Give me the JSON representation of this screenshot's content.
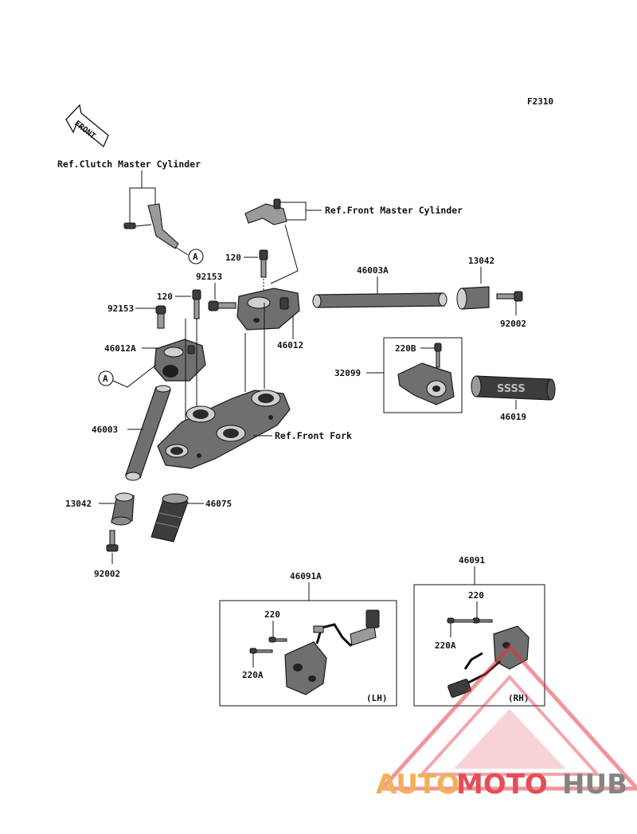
{
  "figure_code": "F2310",
  "front_label": "FRONT",
  "refs": {
    "clutch": "Ref.Clutch Master Cylinder",
    "front_master": "Ref.Front Master Cylinder",
    "front_fork": "Ref.Front Fork"
  },
  "circle_marker": "A",
  "parts": {
    "p_120_upper": "120",
    "p_92153_upper": "92153",
    "p_120_left": "120",
    "p_92153_left": "92153",
    "p_46012A": "46012A",
    "p_46012": "46012",
    "p_46003A": "46003A",
    "p_13042_right": "13042",
    "p_92002_right": "92002",
    "p_220B": "220B",
    "p_32099": "32099",
    "p_46019": "46019",
    "p_46003": "46003",
    "p_13042_left": "13042",
    "p_46075": "46075",
    "p_92002_left": "92002",
    "p_46091A": "46091A",
    "p_46091": "46091",
    "lh_220": "220",
    "lh_220A": "220A",
    "rh_220": "220",
    "rh_220A": "220A",
    "lh_tag": "(LH)",
    "rh_tag": "(RH)"
  },
  "watermark": {
    "part1": "AUTO",
    "part2": "MOTO",
    "part3": "HUB",
    "colors": {
      "orange": "#f2a33a",
      "red": "#e0303a",
      "gray": "#6f6f6f"
    }
  }
}
